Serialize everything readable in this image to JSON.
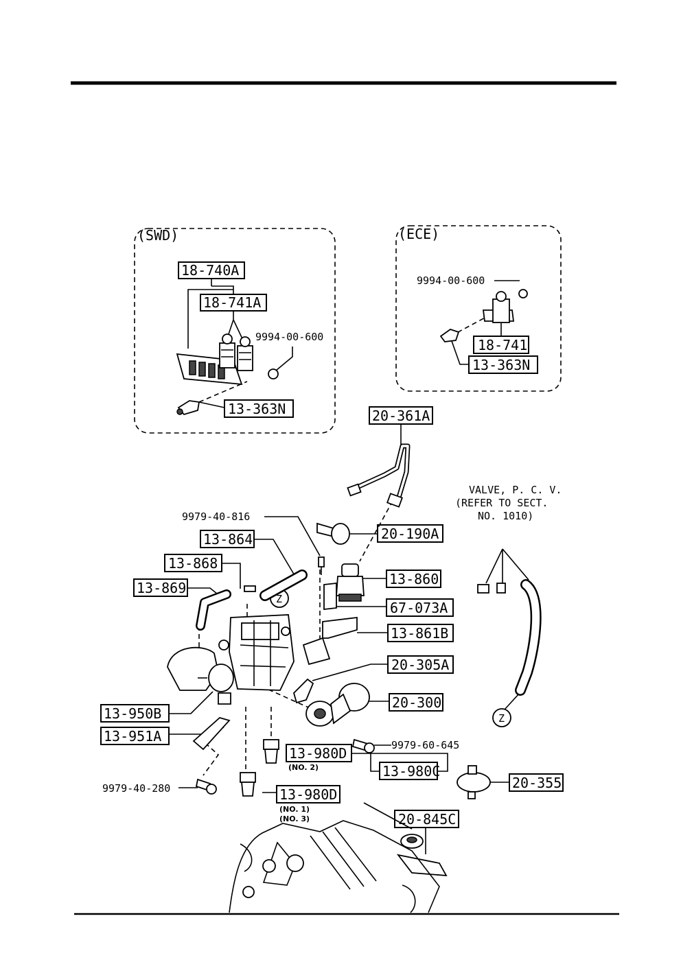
{
  "groups": {
    "swd": {
      "title": "(SWD)"
    },
    "ece": {
      "title": "(ECE)"
    }
  },
  "labels": {
    "l_18_740A": "18-740A",
    "l_18_741A": "18-741A",
    "l_9994_swd": "9994-00-600",
    "l_13_363N_swd": "13-363N",
    "l_9994_ece": "9994-00-600",
    "l_18_741": "18-741",
    "l_13_363N_ece": "13-363N",
    "l_20_361A": "20-361A",
    "l_9979_40_816": "9979-40-816",
    "l_13_864": "13-864",
    "l_20_190A": "20-190A",
    "l_13_868": "13-868",
    "l_13_860": "13-860",
    "l_13_869": "13-869",
    "l_67_073A": "67-073A",
    "l_13_861B": "13-861B",
    "l_20_305A": "20-305A",
    "l_20_300": "20-300",
    "l_13_950B": "13-950B",
    "l_13_951A": "13-951A",
    "l_9979_60_645": "9979-60-645",
    "l_13_980D_no2": "13-980D",
    "l_no2": "(NO. 2)",
    "l_13_980C": "13-980C",
    "l_9979_40_280": "9979-40-280",
    "l_13_980D": "13-980D",
    "l_no1": "(NO. 1)",
    "l_no3": "(NO. 3)",
    "l_20_355": "20-355",
    "l_20_845C": "20-845C"
  },
  "pcv_note": {
    "line1": "VALVE, P. C. V.",
    "line2": "(REFER TO SECT.",
    "line3": "NO. 1010)"
  },
  "callout_z": "Z"
}
